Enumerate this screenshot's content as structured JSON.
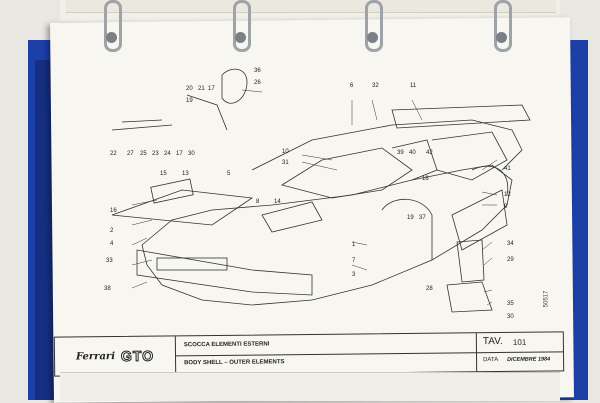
{
  "callouts": [
    "36",
    "26",
    "20",
    "21",
    "17",
    "19",
    "22",
    "27",
    "25",
    "23",
    "24",
    "17",
    "30",
    "6",
    "32",
    "11",
    "10",
    "31",
    "39",
    "40",
    "42",
    "15",
    "13",
    "5",
    "18",
    "16",
    "8",
    "14",
    "41",
    "12",
    "9",
    "19",
    "37",
    "2",
    "4",
    "1",
    "7",
    "33",
    "3",
    "34",
    "29",
    "28",
    "35",
    "30",
    "38"
  ],
  "title_block": {
    "brand": "Ferrari",
    "model": "GTO",
    "desc_it": "SCOCCA ELEMENTI ESTERNI",
    "desc_en": "BODY SHELL – OUTER ELEMENTS",
    "tav_label": "TAV.",
    "tav_number": "101",
    "data_label": "DATA",
    "data_value": "DICEMBRE 1984",
    "side_code": "50517"
  }
}
